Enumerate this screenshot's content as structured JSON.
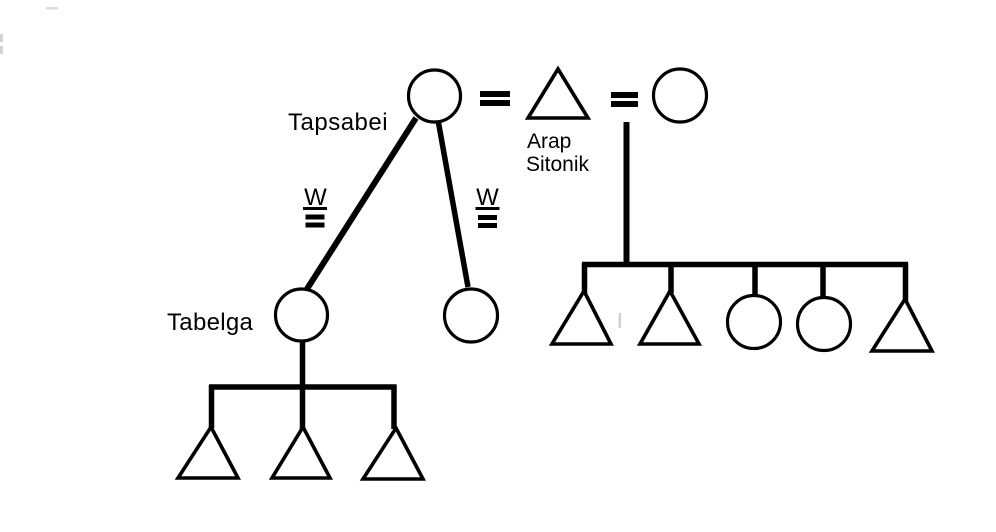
{
  "page": {
    "background": "#ffffff",
    "ink_color": "#000000",
    "artifact_color": "#c4c4c4",
    "description": "hand-drawn kinship genealogy diagram"
  },
  "labels": {
    "mother": "Tapsabei",
    "husband_line1": "Arap",
    "husband_line2": "Sitonik",
    "first_wife": "Tabelga",
    "wife_abbrev_left": "W",
    "wife_abbrev_right": "W",
    "marriage_symbol": "="
  },
  "symbols": {
    "top_row": [
      "circle",
      "equals",
      "triangle",
      "equals",
      "circle"
    ],
    "left_wife_circles": 2,
    "left_children": [
      "triangle",
      "triangle",
      "triangle"
    ],
    "right_children": [
      "triangle",
      "triangle",
      "circle",
      "circle",
      "triangle"
    ]
  }
}
